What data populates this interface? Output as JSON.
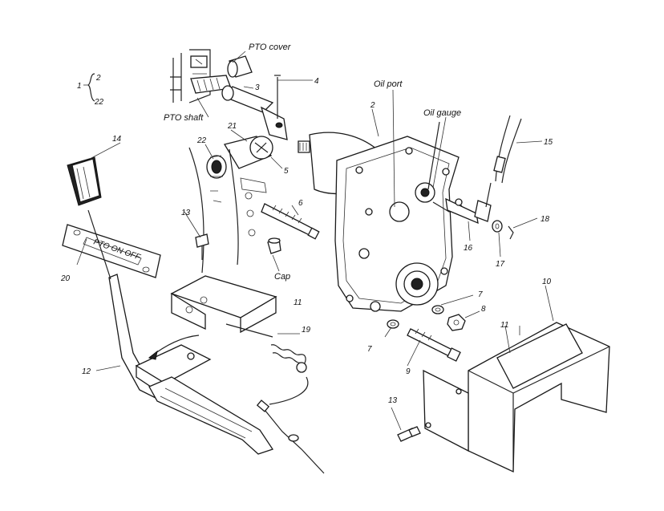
{
  "callouts": [
    {
      "key": "pto_cover",
      "text": "PTO cover"
    },
    {
      "key": "oil_port",
      "text": "Oil port"
    },
    {
      "key": "oil_gauge",
      "text": "Oil gauge"
    },
    {
      "key": "pto_shaft",
      "text": "PTO shaft"
    },
    {
      "key": "cap",
      "text": "Cap"
    }
  ],
  "numbers": [
    {
      "key": "n1",
      "text": "1"
    },
    {
      "key": "n2_brace",
      "text": "2"
    },
    {
      "key": "n22_brace",
      "text": "22"
    },
    {
      "key": "n2",
      "text": "2"
    },
    {
      "key": "n3",
      "text": "3"
    },
    {
      "key": "n4",
      "text": "4"
    },
    {
      "key": "n5",
      "text": "5"
    },
    {
      "key": "n6",
      "text": "6"
    },
    {
      "key": "n7a",
      "text": "7"
    },
    {
      "key": "n7b",
      "text": "7"
    },
    {
      "key": "n8",
      "text": "8"
    },
    {
      "key": "n9",
      "text": "9"
    },
    {
      "key": "n10",
      "text": "10"
    },
    {
      "key": "n11a",
      "text": "11"
    },
    {
      "key": "n11b",
      "text": "11"
    },
    {
      "key": "n12",
      "text": "12"
    },
    {
      "key": "n13a",
      "text": "13"
    },
    {
      "key": "n13b",
      "text": "13"
    },
    {
      "key": "n14",
      "text": "14"
    },
    {
      "key": "n15",
      "text": "15"
    },
    {
      "key": "n16",
      "text": "16"
    },
    {
      "key": "n17",
      "text": "17"
    },
    {
      "key": "n18",
      "text": "18"
    },
    {
      "key": "n19",
      "text": "19"
    },
    {
      "key": "n20",
      "text": "20"
    },
    {
      "key": "n21",
      "text": "21"
    },
    {
      "key": "n22",
      "text": "22"
    }
  ],
  "plate_text": "PTO  ON  OFF"
}
